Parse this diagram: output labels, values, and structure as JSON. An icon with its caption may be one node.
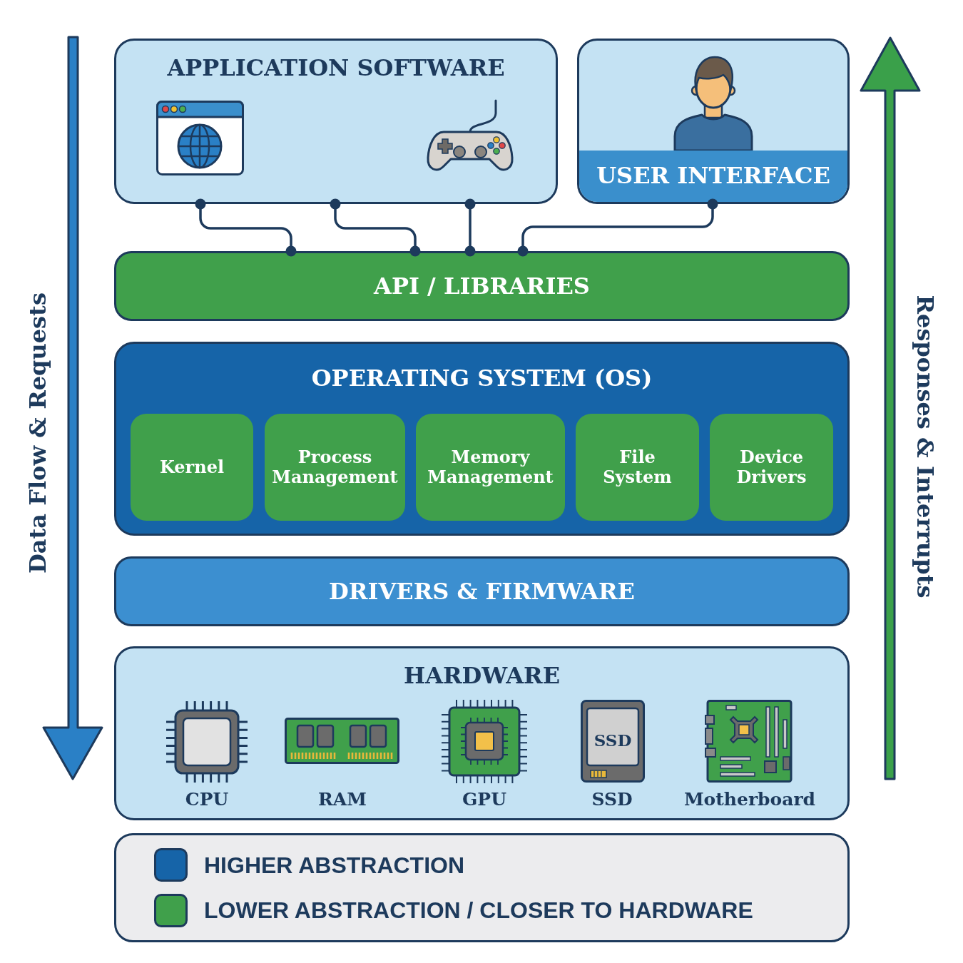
{
  "diagram": {
    "nodes": [
      {
        "text": [
          "APPLICATION SOFTWARE"
        ]
      },
      {
        "text": [
          "USER INTERFACE"
        ]
      },
      {
        "text": [
          "API / LIBRARIES"
        ]
      },
      {
        "text": [
          "OPERATING SYSTEM (OS)"
        ]
      },
      {
        "text": [
          "Kernel"
        ],
        "in": 3
      },
      {
        "text": [
          "Process Management"
        ],
        "in": 3
      },
      {
        "text": [
          "Memory Management"
        ],
        "in": 3
      },
      {
        "text": [
          "File System"
        ],
        "in": 3
      },
      {
        "text": [
          "Device Drivers"
        ],
        "in": 3
      },
      {
        "text": [
          "DRIVERS & FIRMWARE"
        ]
      },
      {
        "text": [
          "HARDWARE"
        ]
      }
    ],
    "edges": [
      {
        "from": 0,
        "to": 2,
        "arrow": "other"
      },
      {
        "from": 0,
        "to": 2,
        "arrow": "other"
      },
      {
        "from": 0,
        "to": 2,
        "arrow": "other"
      },
      {
        "from": 1,
        "to": 2,
        "arrow": "other"
      }
    ],
    "labels": [
      "Data Flow & Requests",
      "Responses & Interrupts",
      "SSD",
      "CPU",
      "RAM",
      "GPU",
      "SSD",
      "Motherboard"
    ],
    "legend": [
      {
        "text": "HIGHER ABSTRACTION",
        "color": "#1664a8"
      },
      {
        "text": "LOWER ABSTRACTION / CLOSER TO HARDWARE",
        "color": "#40a04b"
      }
    ]
  }
}
